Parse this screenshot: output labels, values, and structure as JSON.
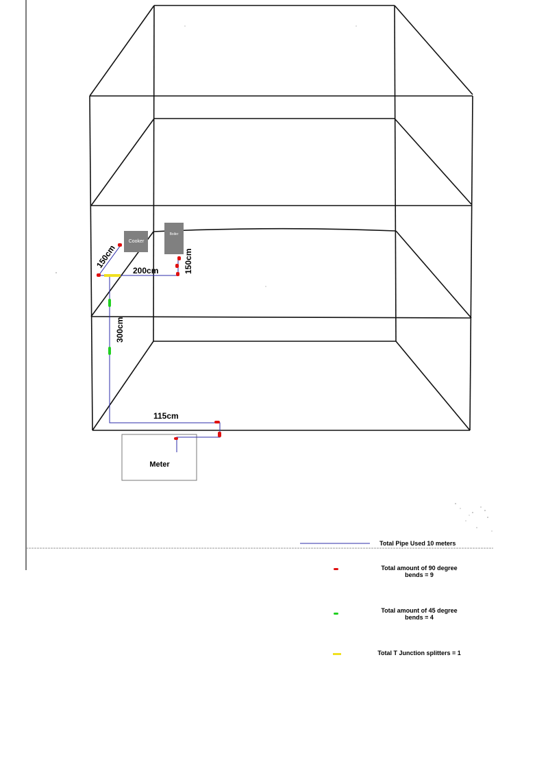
{
  "colors": {
    "pipe": "#2b2ba8",
    "bend90": "#e01010",
    "bend45": "#20d020",
    "tjunction": "#f0e020",
    "appliance": "#808080",
    "frame": "#111111"
  },
  "appliances": {
    "cooker": "Cooker",
    "boiler": "Boiler"
  },
  "meter": {
    "label": "Meter"
  },
  "dimensions": {
    "cooker_run": "150cm",
    "horizontal_run": "200cm",
    "boiler_riser": "150cm",
    "main_riser": "300cm",
    "ground_run": "115cm"
  },
  "legend": {
    "pipe": "Total Pipe Used 10 meters",
    "bend90_line1": "Total amount of 90 degree",
    "bend90_line2": "bends = 9",
    "bend45_line1": "Total amount of 45 degree",
    "bend45_line2": "bends = 4",
    "tjunction": "Total T Junction splitters = 1"
  }
}
